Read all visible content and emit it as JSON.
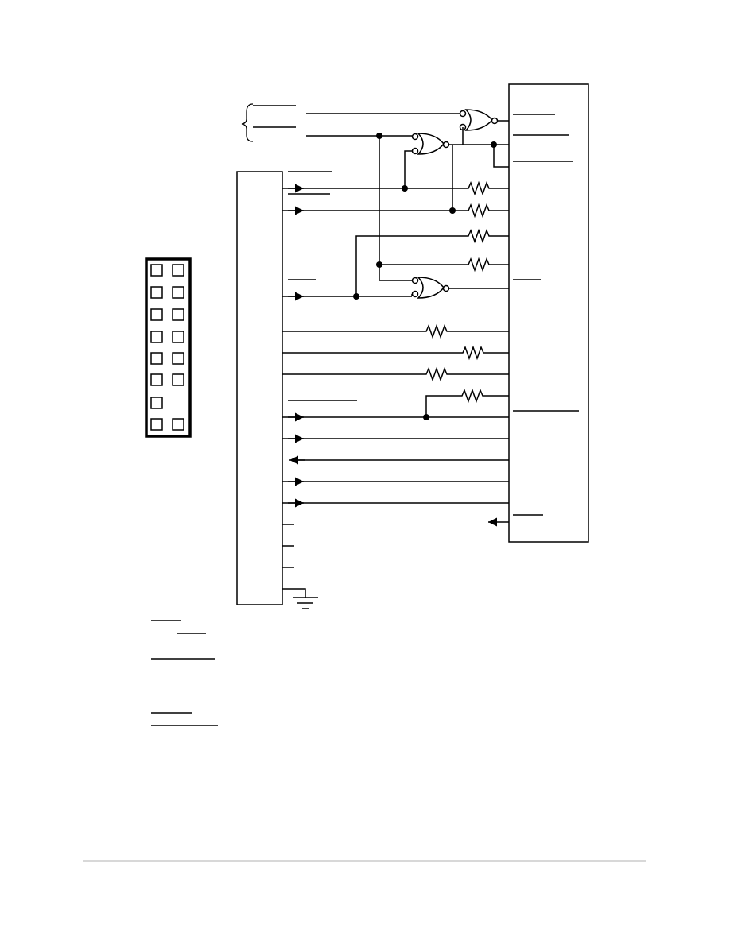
{
  "diagram": {
    "kind": "schematic",
    "connector": {
      "rows": 8,
      "columns": 2,
      "missing_pins": [
        [
          7,
          1
        ]
      ]
    },
    "gates": {
      "type": "NOR",
      "count": 3
    },
    "resistors": {
      "count": 8
    },
    "colors": {
      "ink": "#000000",
      "background": "#ffffff",
      "footer_rule": "#d8d8d8"
    }
  }
}
